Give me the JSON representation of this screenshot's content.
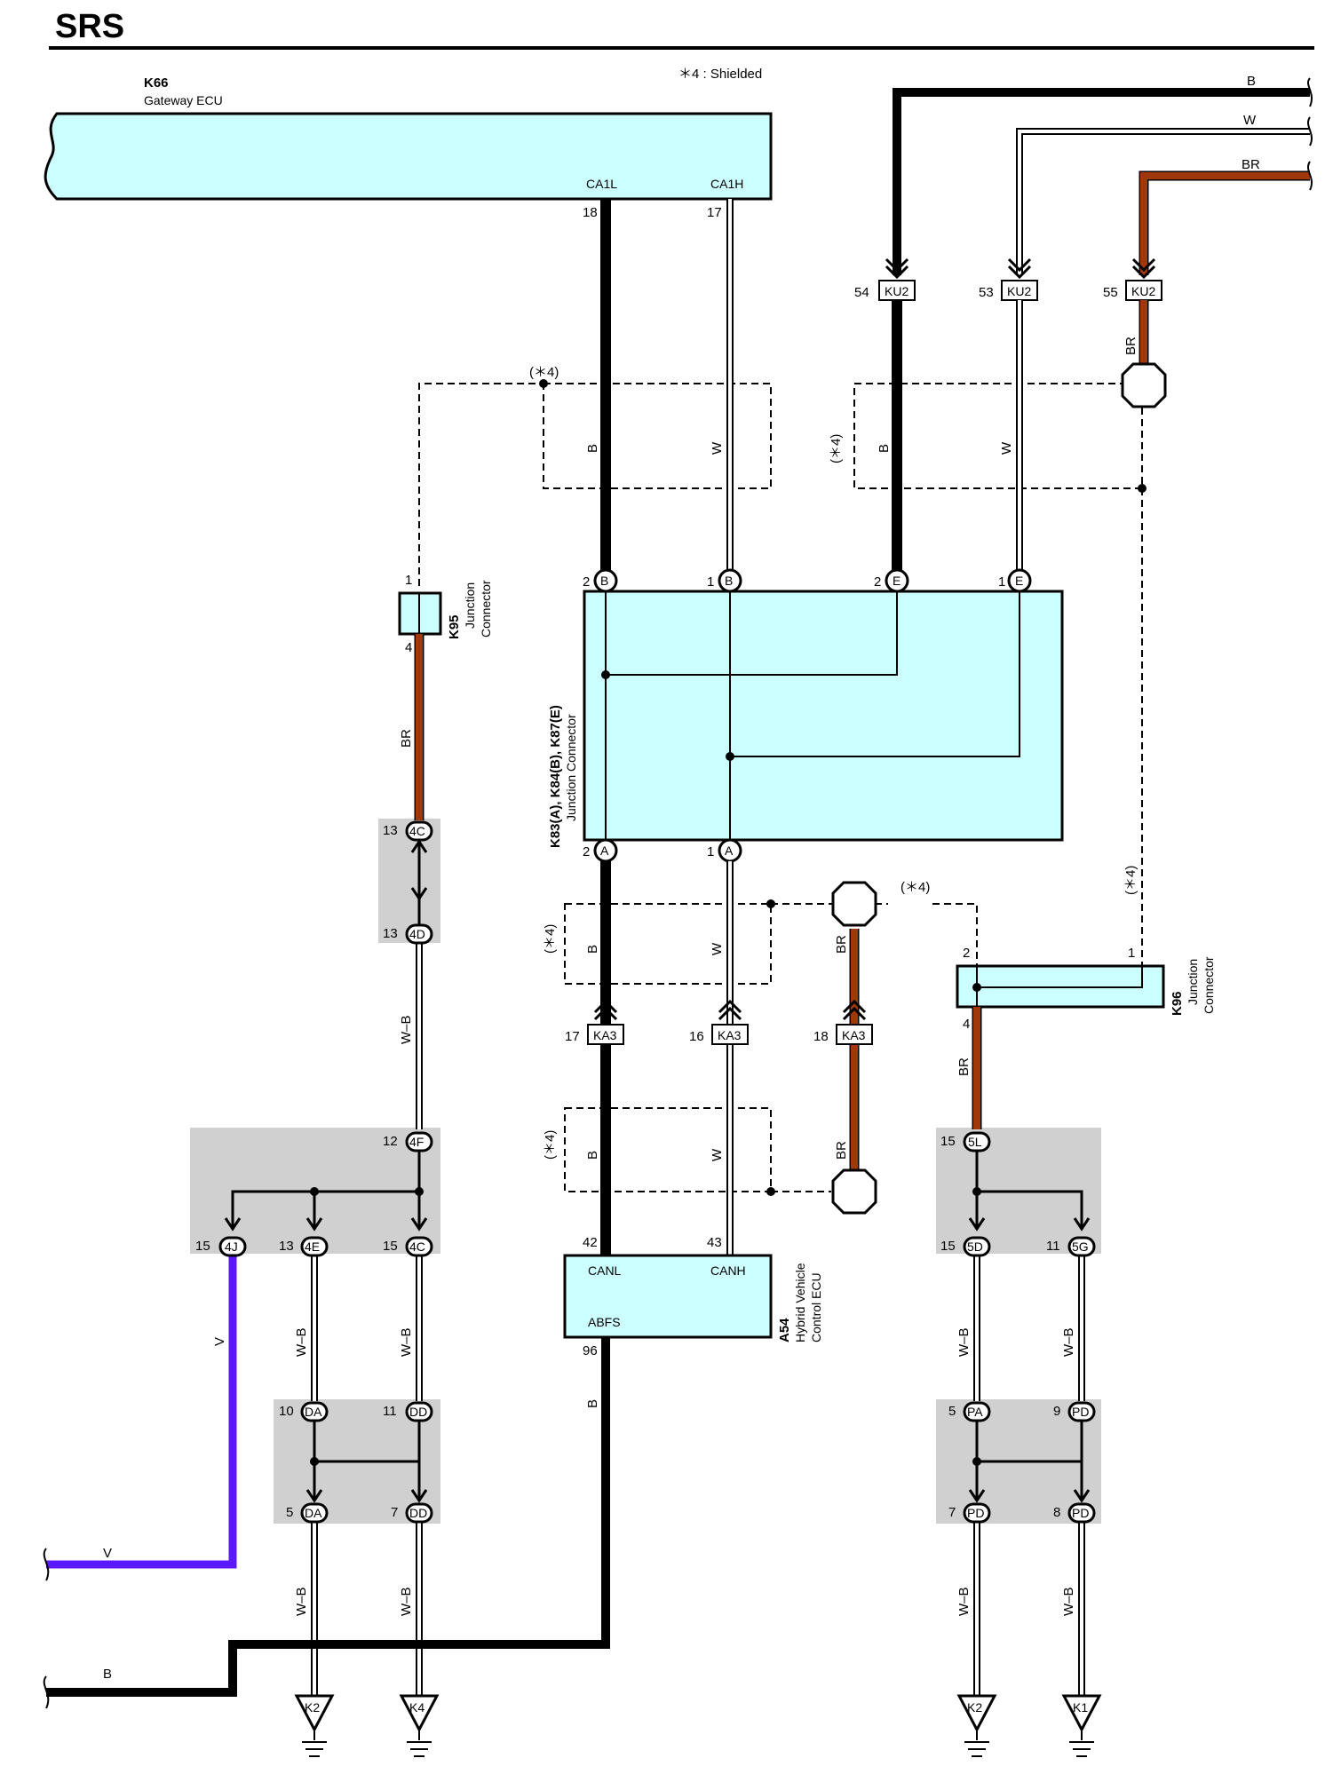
{
  "title": "SRS",
  "shield_note": "＊4 : Shielded",
  "shield_tag": "(＊4)",
  "components": {
    "k66": {
      "id": "K66",
      "name": "Gateway ECU",
      "pins": {
        "ca1l": "CA1L",
        "ca1h": "CA1H",
        "n18": "18",
        "n17": "17"
      }
    },
    "k95": {
      "id": "K95",
      "name_line1": "Junction",
      "name_line2": "Connector",
      "pin_top": "1",
      "pin_bottom": "4"
    },
    "jc": {
      "id": "K83(A), K84(B), K87(E)",
      "name": "Junction Connector"
    },
    "k96": {
      "id": "K96",
      "name_line1": "Junction",
      "name_line2": "Connector",
      "pin_left": "2",
      "pin_right": "1",
      "pin_bottom": "4"
    },
    "a54": {
      "id": "A54",
      "name_line1": "Hybrid Vehicle",
      "name_line2": "Control ECU",
      "canl": "CANL",
      "canh": "CANH",
      "abfs": "ABFS",
      "n42": "42",
      "n43": "43",
      "n96": "96"
    }
  },
  "wire_colors": {
    "B": "#000000",
    "W": "#ffffff",
    "BR": "#a0380a",
    "V": "#5a19ff",
    "W-B": "#ffffff"
  },
  "wire_labels": {
    "b": "B",
    "w": "W",
    "br": "BR",
    "v": "V",
    "wb": "W–B"
  },
  "connectors": {
    "ku2": "KU2",
    "ka3": "KA3",
    "p54": "54",
    "p53": "53",
    "p55": "55",
    "p17": "17",
    "p16": "16",
    "p18": "18",
    "jB": "B",
    "jE": "E",
    "jA": "A",
    "n1": "1",
    "n2": "2"
  },
  "splices_left": {
    "c4C": "4C",
    "c4D": "4D",
    "c4F": "4F",
    "c4J": "4J",
    "c4E": "4E",
    "cDA": "DA",
    "cDD": "DD",
    "p13": "13",
    "p12": "12",
    "p15": "15",
    "p10": "10",
    "p11": "11",
    "p5": "5",
    "p7": "7"
  },
  "splices_right": {
    "c5L": "5L",
    "c5D": "5D",
    "c5G": "5G",
    "cPA": "PA",
    "cPD": "PD",
    "p15": "15",
    "p11": "11",
    "p5": "5",
    "p9": "9",
    "p7": "7",
    "p8": "8"
  },
  "grounds": {
    "k2a": "K2",
    "k4": "K4",
    "k2b": "K2",
    "k1": "K1"
  }
}
